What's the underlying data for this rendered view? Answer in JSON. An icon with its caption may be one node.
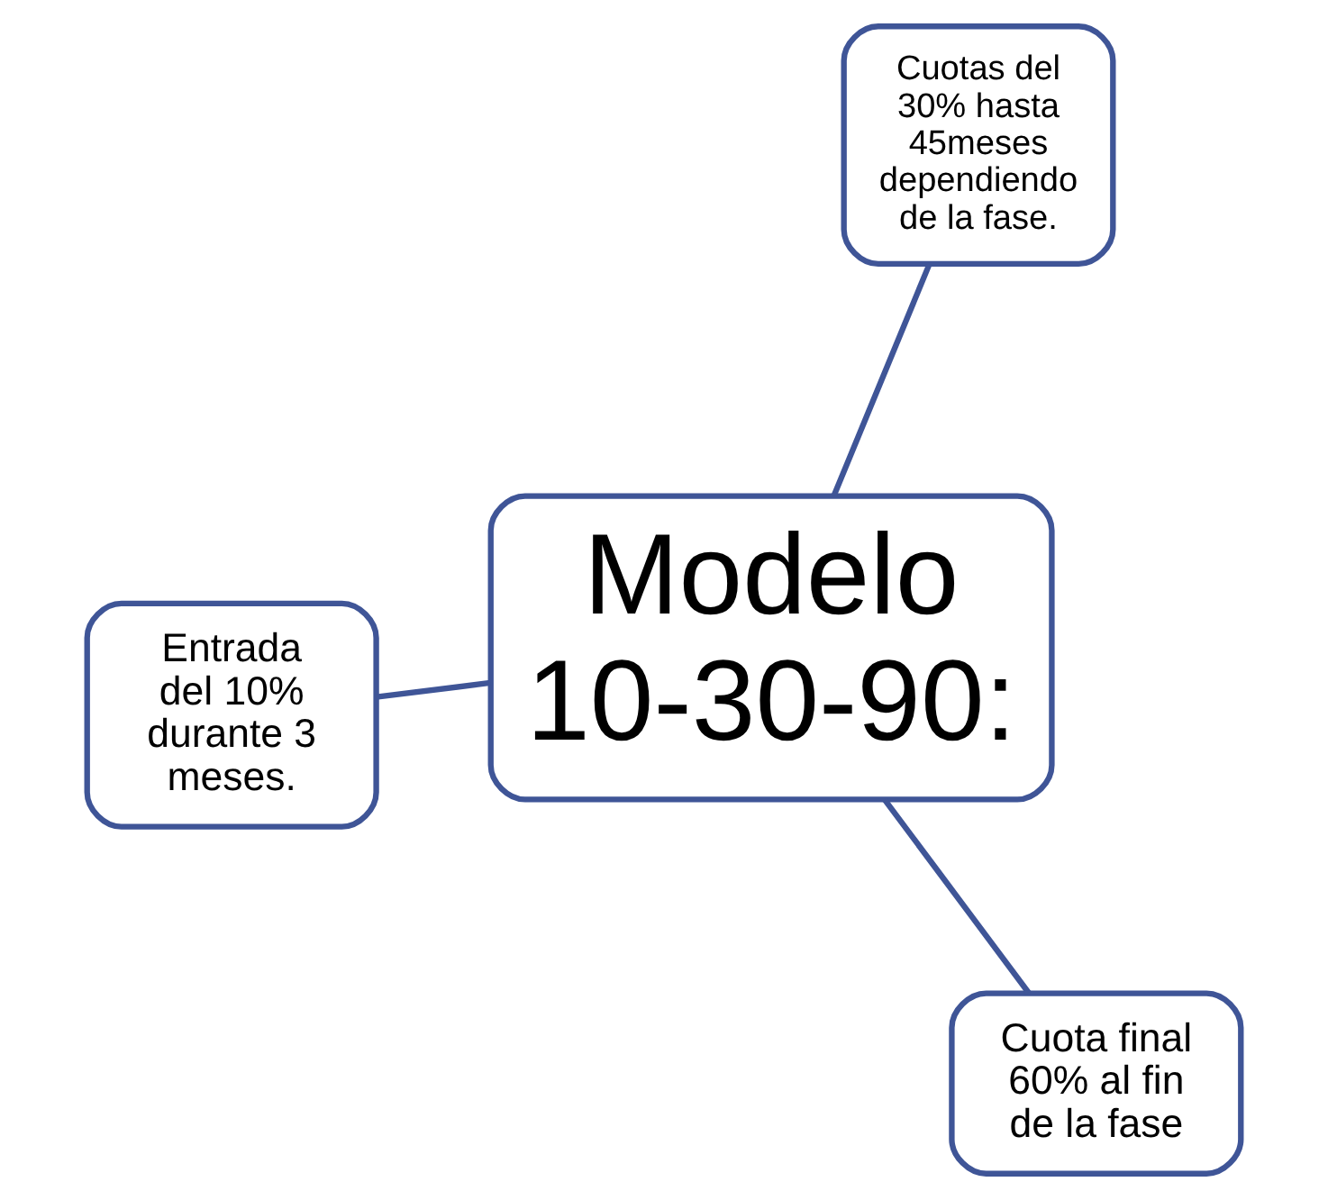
{
  "diagram": {
    "nodes": [
      {
        "text": [
          "Entrada del 10% durante 3 meses."
        ]
      },
      {
        "text": [
          "Modelo 10-30-90:"
        ]
      },
      {
        "text": [
          "Cuota final 60% al fin de la fase"
        ]
      },
      {
        "text": [
          "Cuotas del 30% hasta 45meses dependiendo de la fase."
        ]
      }
    ],
    "edges": [
      {
        "from": 1,
        "to": 0,
        "arrow": "none"
      },
      {
        "from": 1,
        "to": 2,
        "arrow": "none"
      },
      {
        "from": 1,
        "to": 3,
        "arrow": "none"
      }
    ]
  }
}
